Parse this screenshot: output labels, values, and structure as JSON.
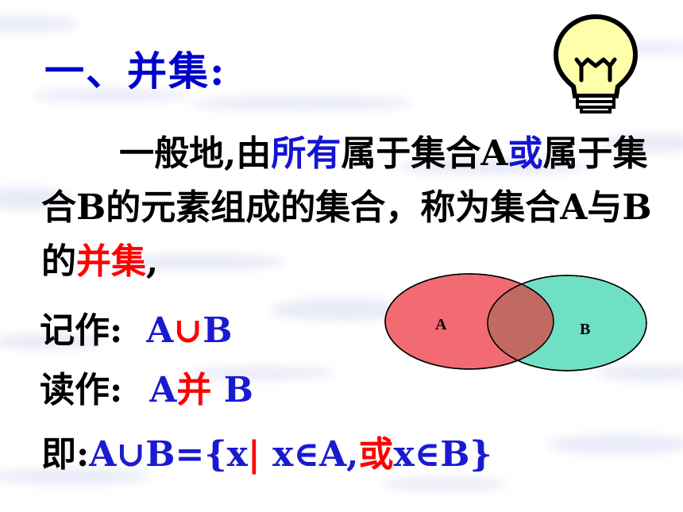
{
  "title": "一、并集:",
  "paragraph": {
    "p1": "一般地,由",
    "p2": "所有",
    "p3": "属于集合A",
    "p4": "或",
    "p5": "属于集合B的元素组成的集合，称为集合A与B的",
    "p6": "并集",
    "p7": ","
  },
  "notation": {
    "label": "记作:",
    "value_a": "A",
    "value_op": "∪",
    "value_b": "B"
  },
  "reading": {
    "label": "读作:",
    "value_a": "A",
    "value_op": "并",
    "value_b": " B"
  },
  "definition": {
    "label": "即:",
    "part1": "A∪B={x",
    "bar": "|",
    "part2": " x∈A,",
    "or": "或",
    "part3": "x∈B}"
  },
  "venn": {
    "label_a": "A",
    "label_b": "B",
    "color_a": "#f26b72",
    "color_b": "#6fe0c4",
    "color_overlap": "#c06a62"
  },
  "colors": {
    "title": "#0000cc",
    "highlight_blue": "#1414d4",
    "highlight_red": "#ff0000",
    "bulb_fill": "#ffffaa"
  },
  "icons": {
    "bulb": "lightbulb-icon"
  }
}
